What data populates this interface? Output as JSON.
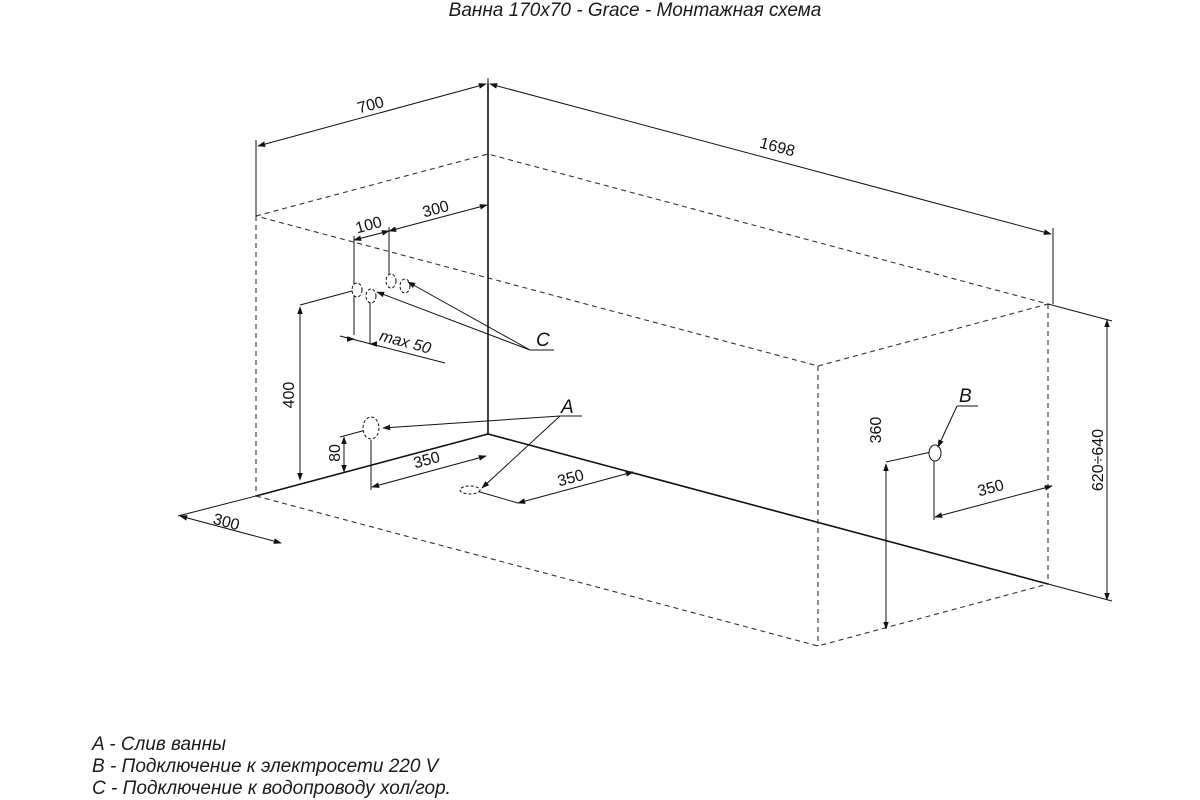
{
  "title": "Ванна 170x70 - Grace - Монтажная схема",
  "dimensions": {
    "width_top": "700",
    "length_top": "1698",
    "c_offset_100": "100",
    "c_offset_300": "300",
    "c_max_50": "max  50",
    "c_height_400": "400",
    "a_height_80": "80",
    "a_offset_350_wall": "350",
    "a_offset_350_floor": "350",
    "floor_300": "300",
    "b_height_360": "360",
    "b_offset_350": "350",
    "total_height": "620÷640"
  },
  "markers": {
    "a": "A",
    "b": "B",
    "c": "C"
  },
  "legend": [
    "A - Слив ванны",
    "B - Подключение к электросети 220 V",
    "C - Подключение к водопроводу хол/гор."
  ]
}
